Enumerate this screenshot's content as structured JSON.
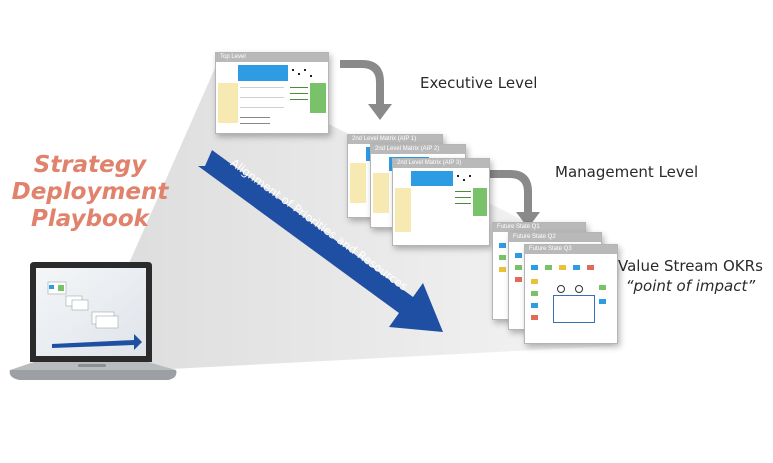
{
  "title": "Strategy Deployment Playbook",
  "title_lines": [
    "Strategy",
    "Deployment",
    "Playbook"
  ],
  "arrow_label": "Alignment of Priorities and Resources",
  "levels": {
    "executive": "Executive Level",
    "management": "Management Level",
    "value_stream_line1": "Value Stream OKRs",
    "value_stream_line2": "“point of impact”"
  },
  "slides": {
    "top_level": "Top Level",
    "level2": [
      "2nd Level Matrix (AIP 1)",
      "2nd Level Matrix (AIP 2)",
      "2nd Level Matrix (AIP 3)"
    ],
    "value_stream": [
      "Future State Q1",
      "Future State Q2",
      "Future State Q3"
    ]
  },
  "colors": {
    "playbook_title": "#e0826c",
    "big_arrow": "#1f4fa3",
    "funnel": "#e6e6e6",
    "connector_arrow": "#8a8a8a",
    "matrix_blue": "#2e9ce3",
    "matrix_yellow": "#f6eab2",
    "matrix_green": "#7ac26a"
  },
  "icons": [
    "laptop-icon",
    "curved-down-arrow-icon"
  ]
}
